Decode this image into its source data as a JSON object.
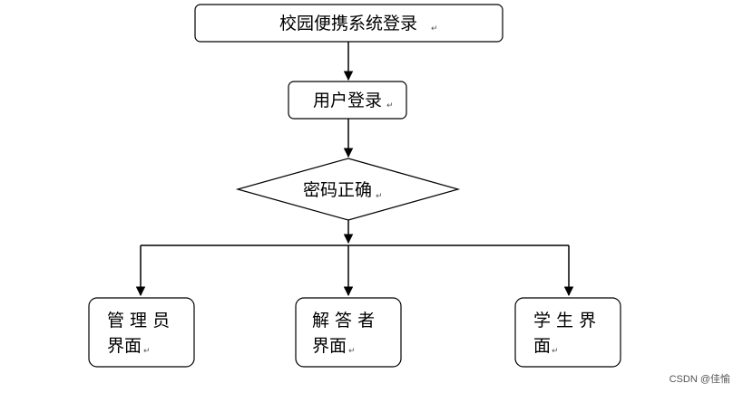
{
  "nodes": {
    "login_system": "校园便携系统登录",
    "user_login": "用户登录",
    "password_check": "密码正确",
    "admin": {
      "line1": "管 理 员",
      "line2": "界面"
    },
    "answerer": {
      "line1": "解 答 者",
      "line2": "界面"
    },
    "student": {
      "line1": "学 生 界",
      "line2": "面"
    }
  },
  "paragraph_mark": "↵",
  "watermark": "CSDN @佳愉"
}
